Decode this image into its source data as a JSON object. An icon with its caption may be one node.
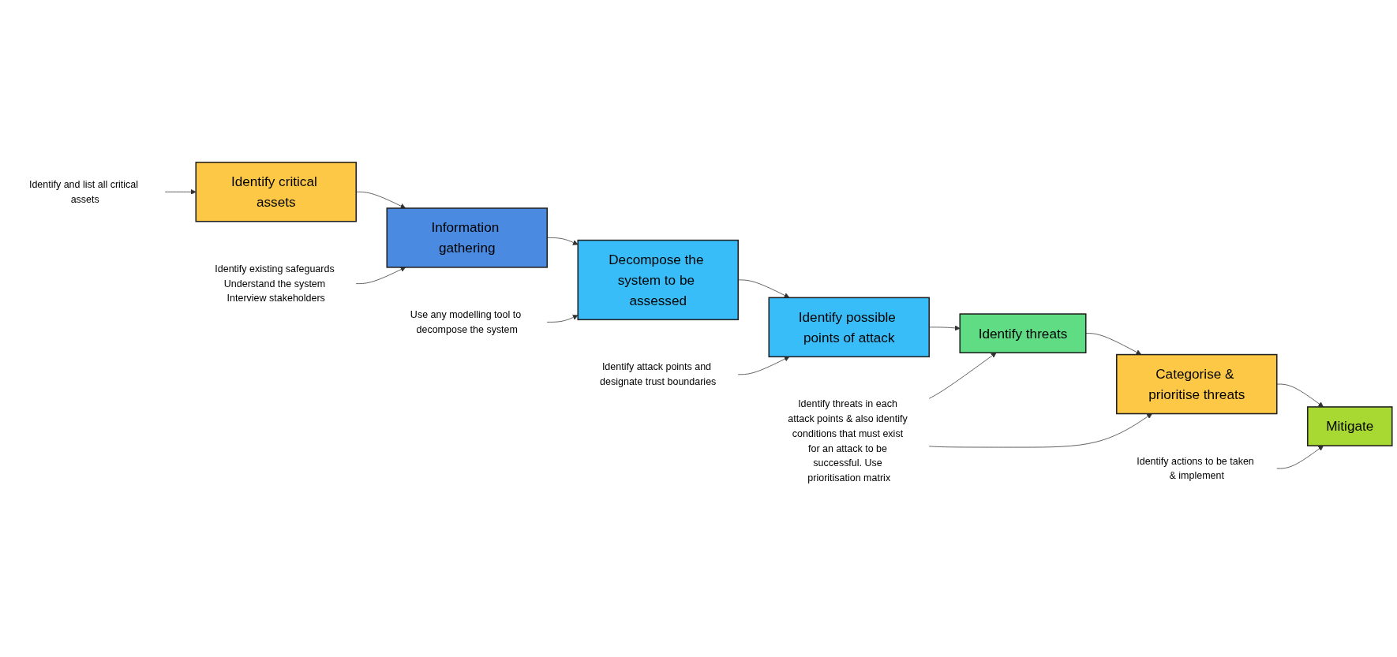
{
  "diagram": {
    "nodes": [
      {
        "text": [
          "Identify critical assets"
        ]
      },
      {
        "text": [
          "Information gathering"
        ]
      },
      {
        "text": [
          "Decompose the system to be assessed"
        ]
      },
      {
        "text": [
          "Identify possible points of attack"
        ]
      },
      {
        "text": [
          "Identify threats"
        ]
      },
      {
        "text": [
          "Categorise & prioritise threats"
        ]
      },
      {
        "text": [
          "Mitigate"
        ]
      },
      {
        "text": [
          "Identify and list all critical assets"
        ]
      },
      {
        "text": [
          "Identify existing safeguards Understand the system Interview stakeholders"
        ]
      },
      {
        "text": [
          "Use any modelling tool to decompose the system"
        ]
      },
      {
        "text": [
          "Identify attack points and designate trust boundaries"
        ]
      },
      {
        "text": [
          "Identify threats in each attack points & also identify conditions that must exist for an attack to be successful. Use prioritisation matrix"
        ]
      },
      {
        "text": [
          "Identify actions to be taken & implement"
        ]
      }
    ],
    "edges": [
      {
        "from": 0,
        "to": 1,
        "arrow": "to"
      },
      {
        "from": 1,
        "to": 2,
        "arrow": "to"
      },
      {
        "from": 2,
        "to": 3,
        "arrow": "to"
      },
      {
        "from": 3,
        "to": 4,
        "arrow": "to"
      },
      {
        "from": 4,
        "to": 5,
        "arrow": "to"
      },
      {
        "from": 5,
        "to": 6,
        "arrow": "to"
      },
      {
        "from": 7,
        "to": 0,
        "arrow": "to"
      },
      {
        "from": 8,
        "to": 1,
        "arrow": "to"
      },
      {
        "from": 9,
        "to": 2,
        "arrow": "to"
      },
      {
        "from": 10,
        "to": 3,
        "arrow": "to"
      },
      {
        "from": 11,
        "to": 4,
        "arrow": "to"
      },
      {
        "from": 11,
        "to": 5,
        "arrow": "to"
      },
      {
        "from": 12,
        "to": 6,
        "arrow": "to"
      }
    ]
  }
}
